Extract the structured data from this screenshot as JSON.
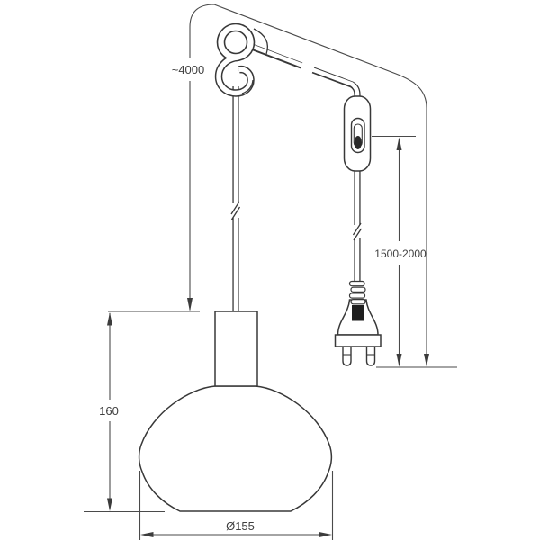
{
  "diagram": {
    "type": "technical-dimension-drawing",
    "subject": "pendant-lamp-with-hook-switch-and-plug",
    "dimensions": {
      "cable_length": {
        "label": "~4000"
      },
      "switch_to_plug": {
        "label": "1500-2000"
      },
      "shade_height": {
        "label": "160"
      },
      "shade_diameter": {
        "label": "Ø155"
      }
    },
    "colors": {
      "outline": "#383838",
      "dimension_line": "#4a4a4a",
      "text": "#3f3f3f",
      "plug_insert_fill": "#1f1f1f",
      "background": "#ffffff"
    }
  }
}
